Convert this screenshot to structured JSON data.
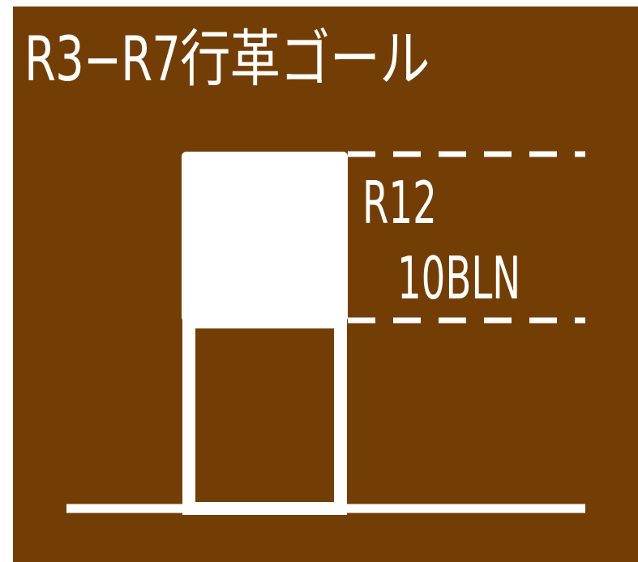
{
  "sign": {
    "title": "R3−R7行革ゴール",
    "route_label": "R12",
    "size_label": "10BLN",
    "colors": {
      "background": "#733e05",
      "foreground": "#ffffff"
    }
  }
}
